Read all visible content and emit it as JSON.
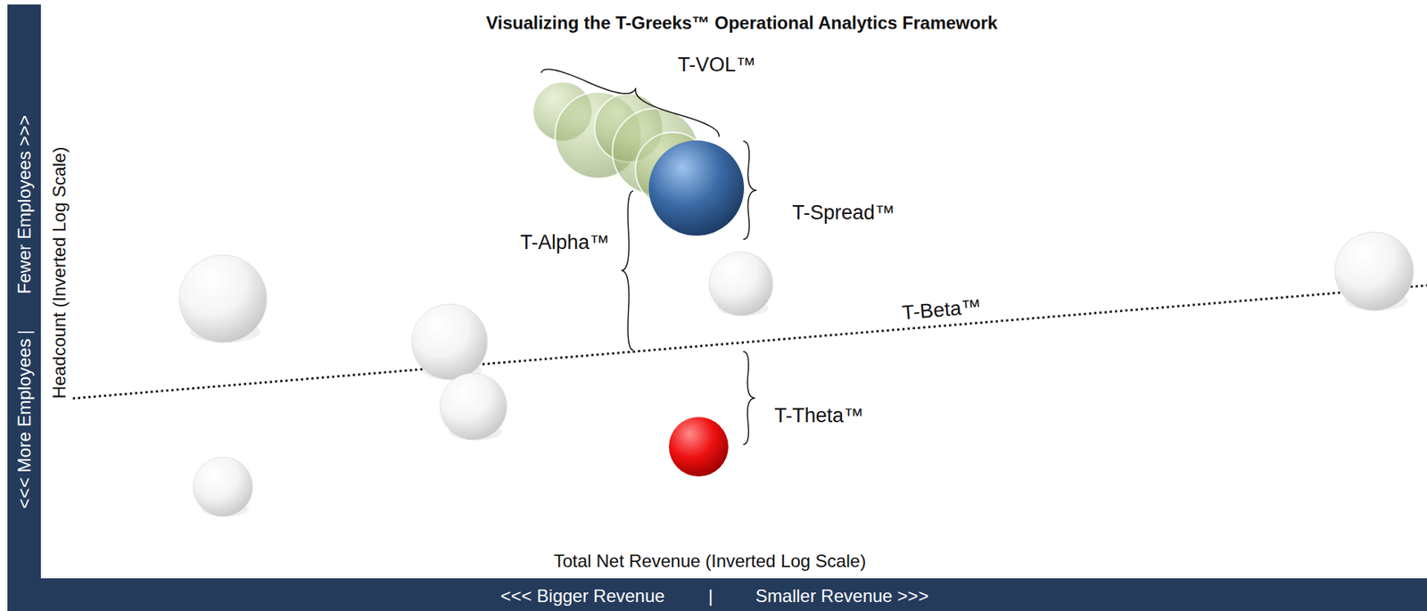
{
  "diagram": {
    "title": "Visualizing the T-Greeks™ Operational Analytics Framework",
    "labels": [
      "T-VOL™",
      "T-Spread™",
      "T-Alpha™",
      "T-Beta™",
      "T-Theta™",
      "Headcount (Inverted Log Scale)",
      "Total Net Revenue (Inverted Log Scale)",
      "<<< More Employees",
      "|",
      "Fewer Employees >>>",
      "<<< Bigger Revenue",
      "|",
      "Smaller Revenue >>>"
    ]
  }
}
